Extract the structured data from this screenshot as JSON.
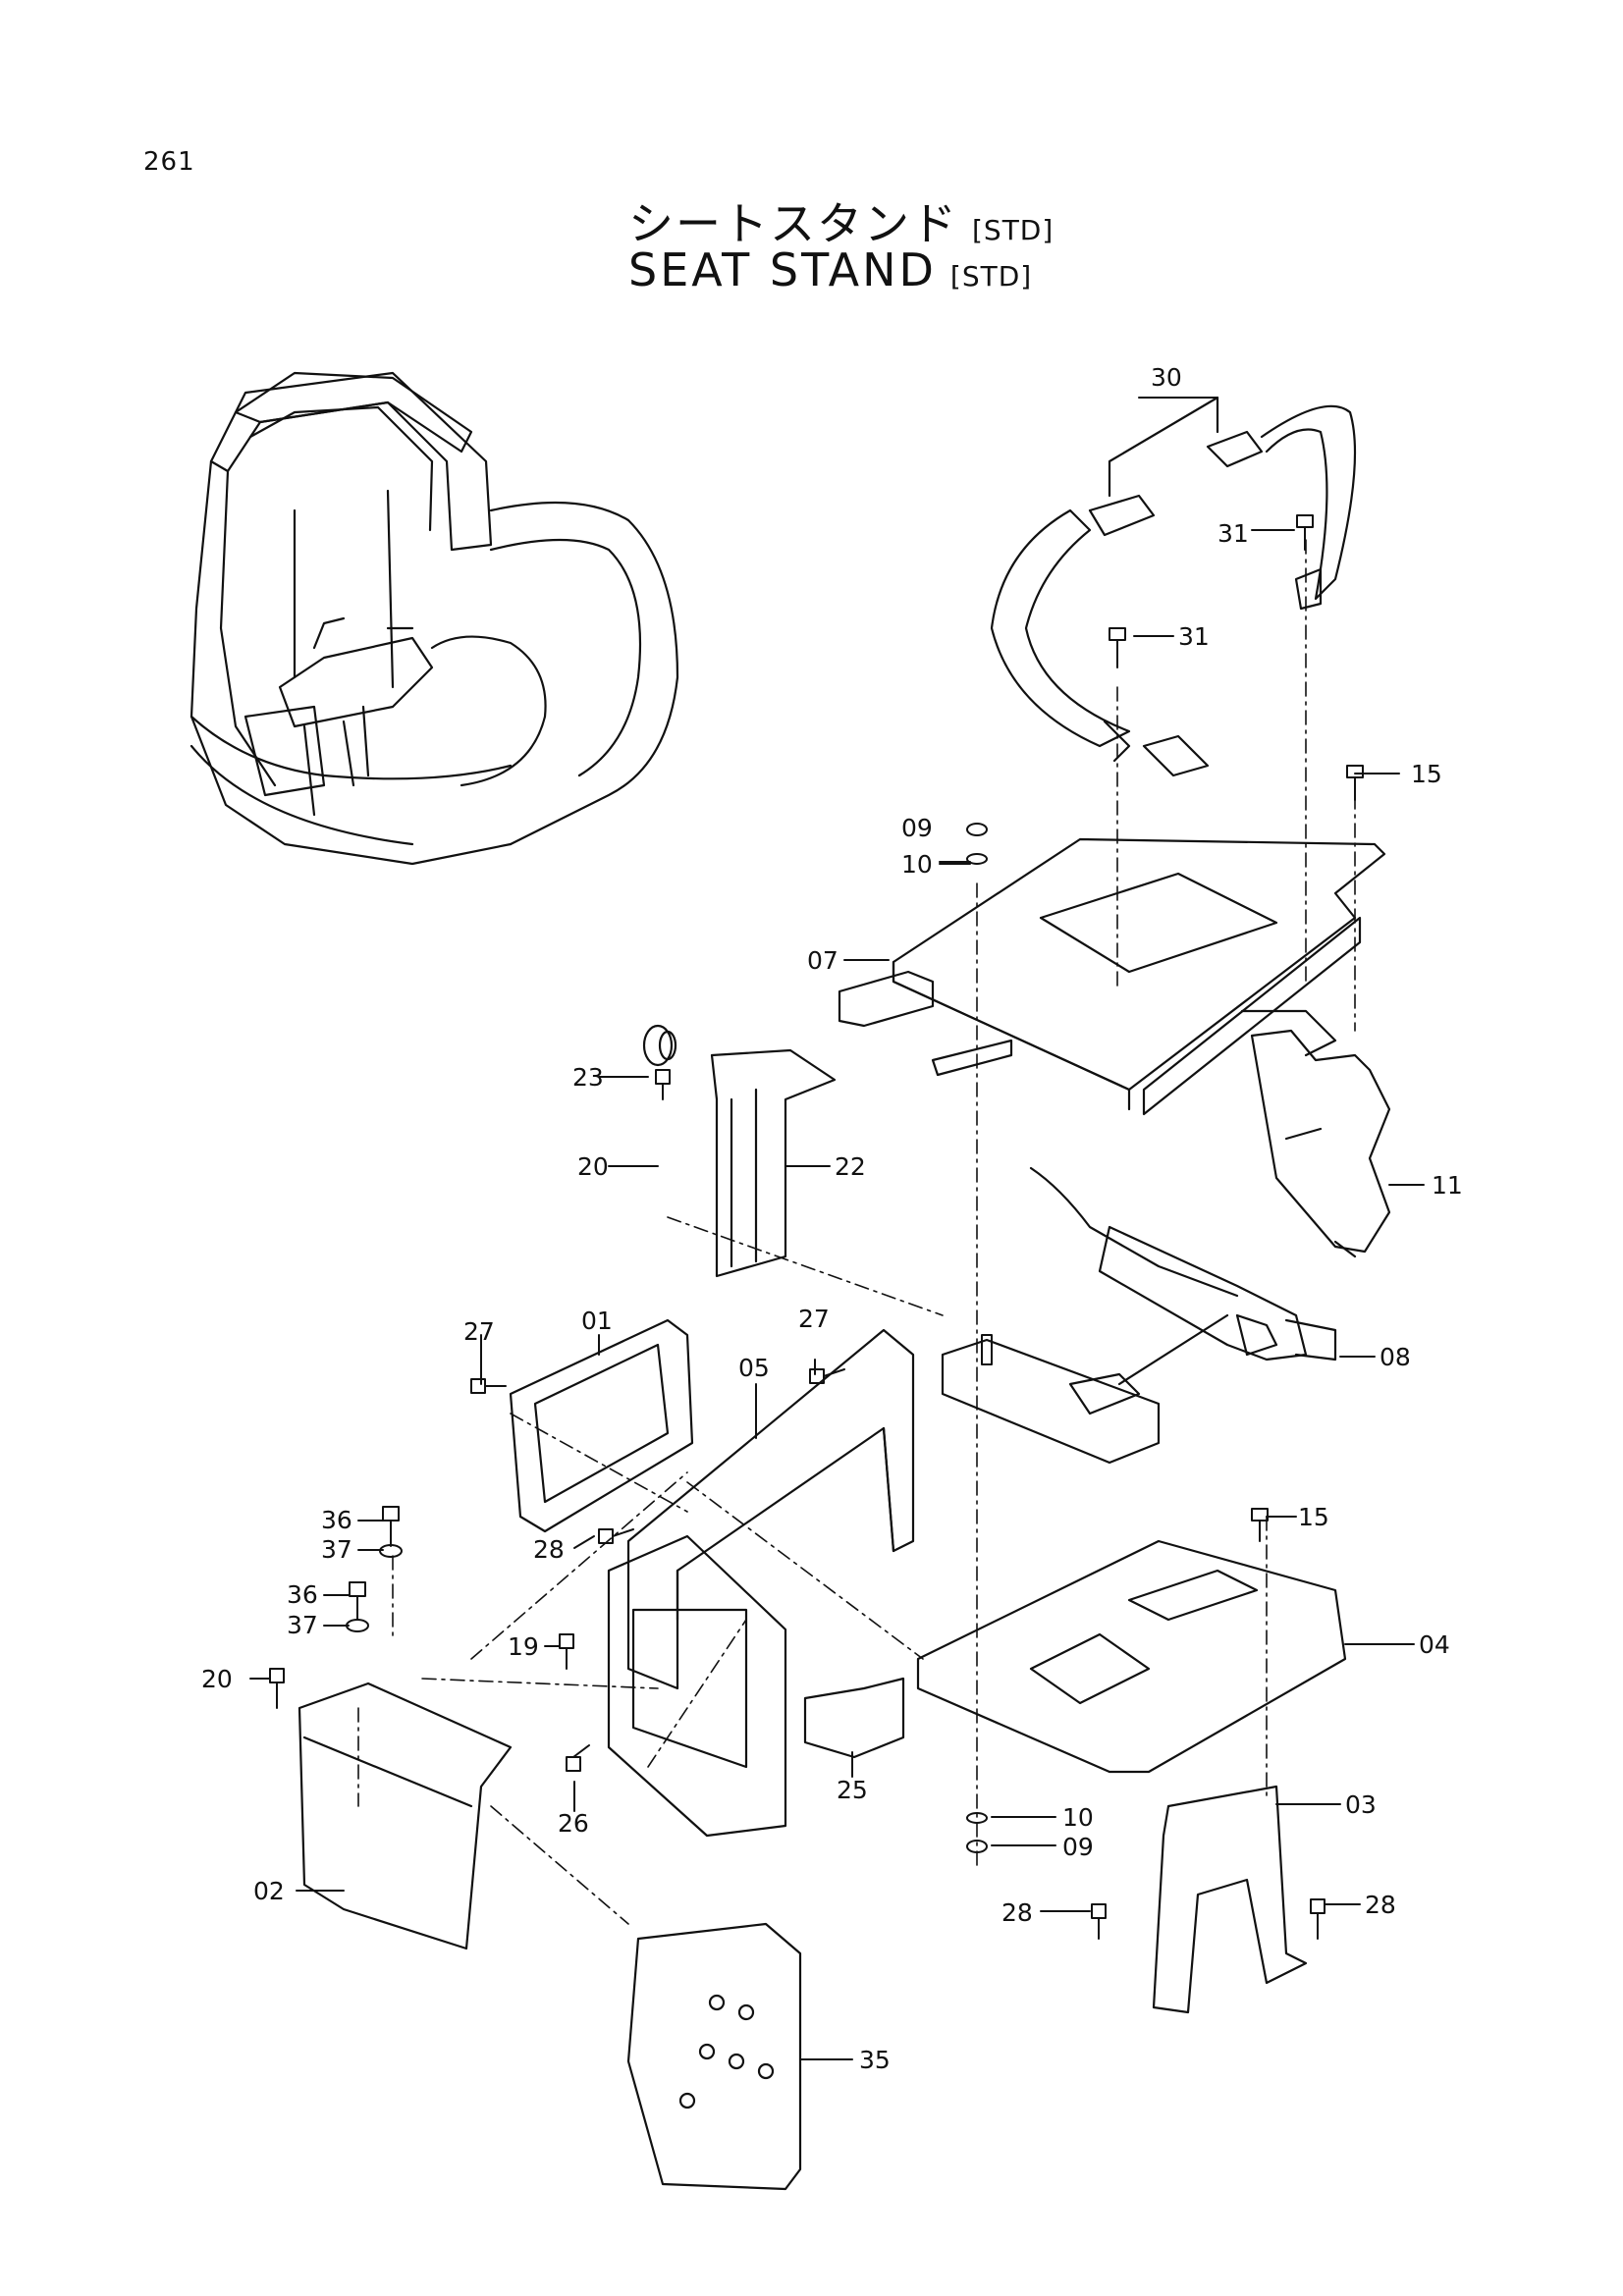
{
  "page_number": "261",
  "title_jp": "シートスタンド",
  "title_en": "SEAT  STAND",
  "title_tag": "[STD]",
  "labels": {
    "p01": "01",
    "p02": "02",
    "p03": "03",
    "p04": "04",
    "p05": "05",
    "p07": "07",
    "p08": "08",
    "p09a": "09",
    "p09b": "09",
    "p10a": "10",
    "p10b": "10",
    "p11": "11",
    "p15a": "15",
    "p15b": "15",
    "p19": "19",
    "p20a": "20",
    "p20b": "20",
    "p22": "22",
    "p23": "23",
    "p25": "25",
    "p26": "26",
    "p27a": "27",
    "p27b": "27",
    "p28a": "28",
    "p28b": "28",
    "p28c": "28",
    "p30": "30",
    "p31a": "31",
    "p31b": "31",
    "p35": "35",
    "p36a": "36",
    "p36b": "36",
    "p37a": "37",
    "p37b": "37"
  }
}
